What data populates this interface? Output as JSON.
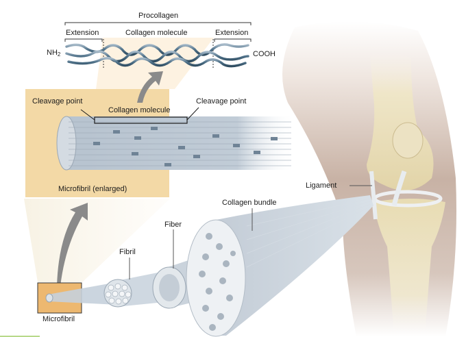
{
  "figure": {
    "procollagen": {
      "title": "Procollagen",
      "left_segment": "Extension",
      "middle_segment": "Collagen molecule",
      "right_segment": "Extension",
      "n_terminus": "NH",
      "n_terminus_sub": "2",
      "c_terminus": "COOH"
    },
    "microfibril_enlarged": {
      "cleavage_left": "Cleavage point",
      "cleavage_right": "Cleavage point",
      "molecule": "Collagen molecule",
      "caption": "Microfibril (enlarged)"
    },
    "hierarchy": {
      "microfibril": "Microfibril",
      "fibril": "Fibril",
      "fiber": "Fiber",
      "bundle": "Collagen bundle"
    },
    "knee": {
      "ligament": "Ligament"
    },
    "colors": {
      "panel_tan": "#f3d9a6",
      "panel_light": "#fbefd9",
      "helix": "#5e7f96",
      "fiber_blue": "#c9d3de",
      "bone": "#e9dfbf",
      "skin": "#c9b2a4"
    }
  }
}
